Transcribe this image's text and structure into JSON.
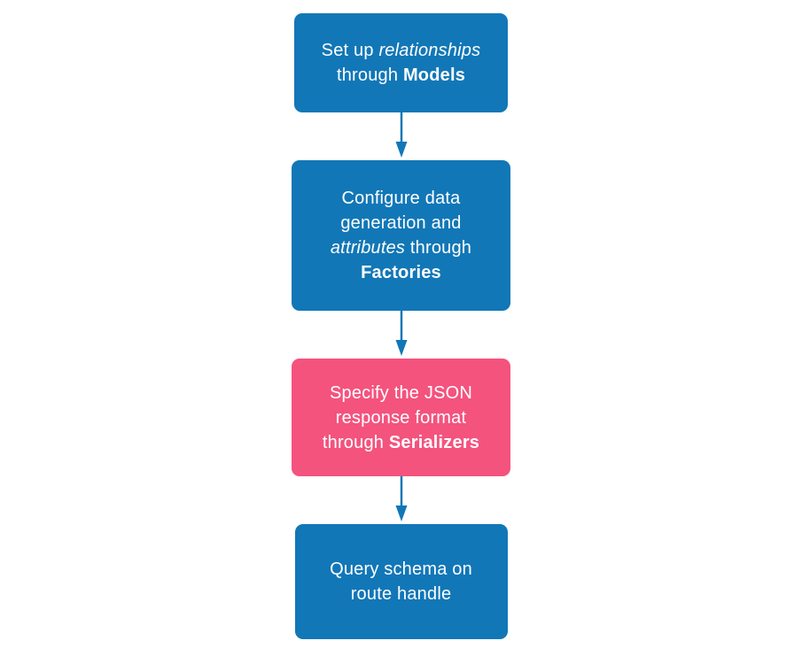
{
  "diagram": {
    "background": "#ffffff",
    "text_color": "#ffffff",
    "arrow_color": "#1277b7",
    "node_colors": {
      "blue": "#1277b7",
      "pink": "#f4537e"
    },
    "nodes": [
      {
        "id": "models",
        "color": "blue",
        "lines": [
          [
            {
              "t": "Set up ",
              "s": "n"
            },
            {
              "t": "relationships",
              "s": "i"
            }
          ],
          [
            {
              "t": "through ",
              "s": "n"
            },
            {
              "t": "Models",
              "s": "b"
            }
          ]
        ]
      },
      {
        "id": "factories",
        "color": "blue",
        "lines": [
          [
            {
              "t": "Configure data",
              "s": "n"
            }
          ],
          [
            {
              "t": "generation and",
              "s": "n"
            }
          ],
          [
            {
              "t": "attributes",
              "s": "i"
            },
            {
              "t": " through",
              "s": "n"
            }
          ],
          [
            {
              "t": "Factories",
              "s": "b"
            }
          ]
        ]
      },
      {
        "id": "serializers",
        "color": "pink",
        "lines": [
          [
            {
              "t": "Specify the JSON",
              "s": "n"
            }
          ],
          [
            {
              "t": "response format",
              "s": "n"
            }
          ],
          [
            {
              "t": "through ",
              "s": "n"
            },
            {
              "t": "Serializers",
              "s": "b"
            }
          ]
        ]
      },
      {
        "id": "route-handle",
        "color": "blue",
        "lines": [
          [
            {
              "t": "Query schema on",
              "s": "n"
            }
          ],
          [
            {
              "t": "route handle",
              "s": "n"
            }
          ]
        ]
      }
    ]
  }
}
